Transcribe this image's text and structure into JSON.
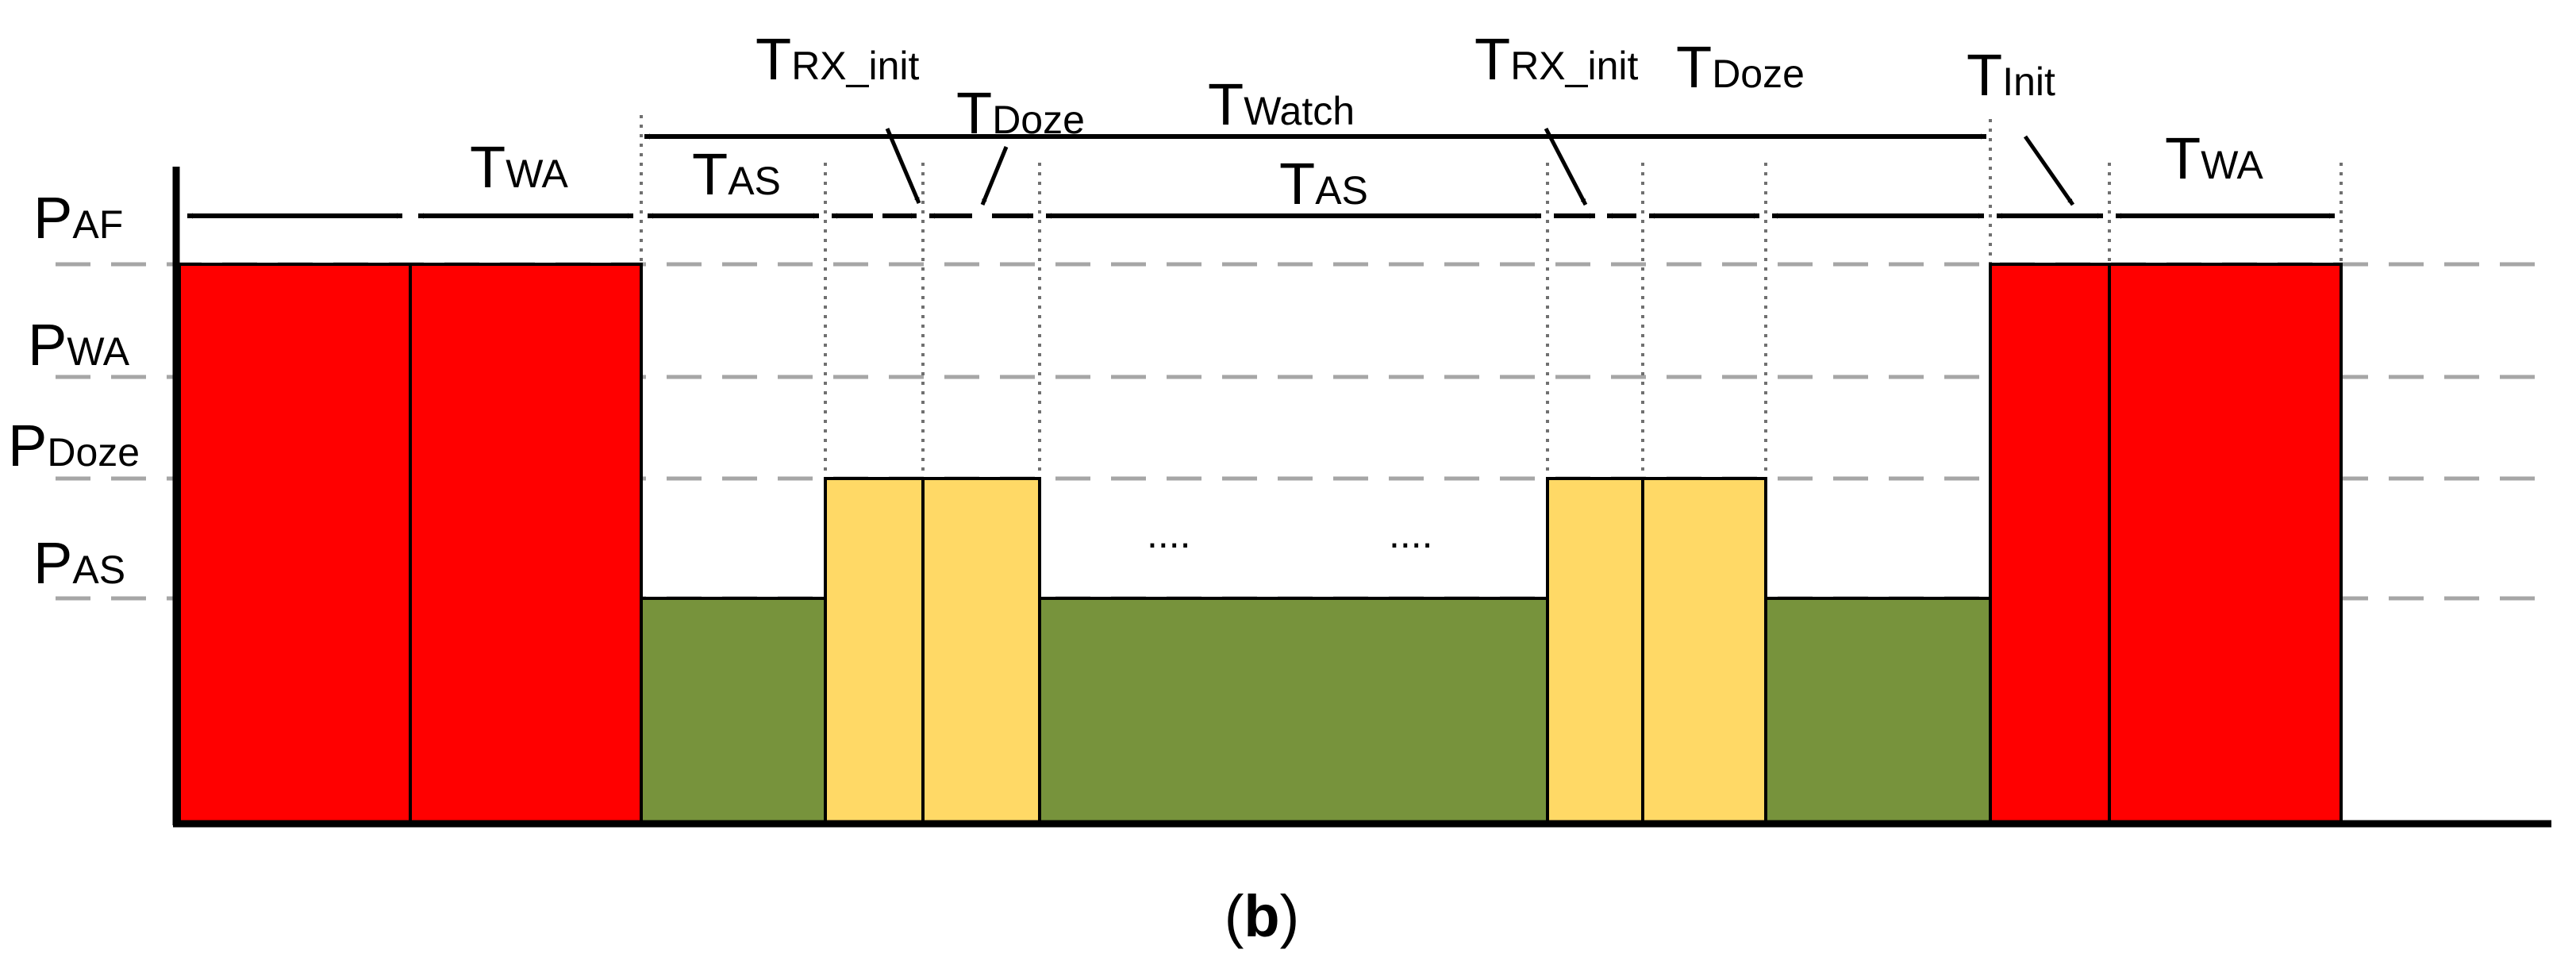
{
  "levels": {
    "paf": {
      "main": "P",
      "sub": "AF"
    },
    "pwa": {
      "main": "P",
      "sub": "WA"
    },
    "pdoze": {
      "main": "P",
      "sub": "Doze"
    },
    "pas": {
      "main": "P",
      "sub": "AS"
    }
  },
  "intervals": {
    "twa_left": {
      "main": "T",
      "sub": "WA"
    },
    "tas_1": {
      "main": "T",
      "sub": "AS"
    },
    "trx_init_1": {
      "main": "T",
      "sub": "RX_init"
    },
    "tdoze_1": {
      "main": "T",
      "sub": "Doze"
    },
    "twatch": {
      "main": "T",
      "sub": "Watch"
    },
    "tas_2": {
      "main": "T",
      "sub": "AS"
    },
    "trx_init_2": {
      "main": "T",
      "sub": "RX_init"
    },
    "tdoze_2": {
      "main": "T",
      "sub": "Doze"
    },
    "tinit": {
      "main": "T",
      "sub": "Init"
    },
    "twa_right": {
      "main": "T",
      "sub": "WA"
    }
  },
  "ellipses": [
    "....",
    "...."
  ],
  "caption": {
    "open": "(",
    "letter": "b",
    "close": ")"
  },
  "colors": {
    "wake_active": "#ff0000",
    "doze": "#ffd966",
    "active_sleep": "#77933c",
    "axis": "#000000",
    "guide": "#a6a6a6"
  }
}
